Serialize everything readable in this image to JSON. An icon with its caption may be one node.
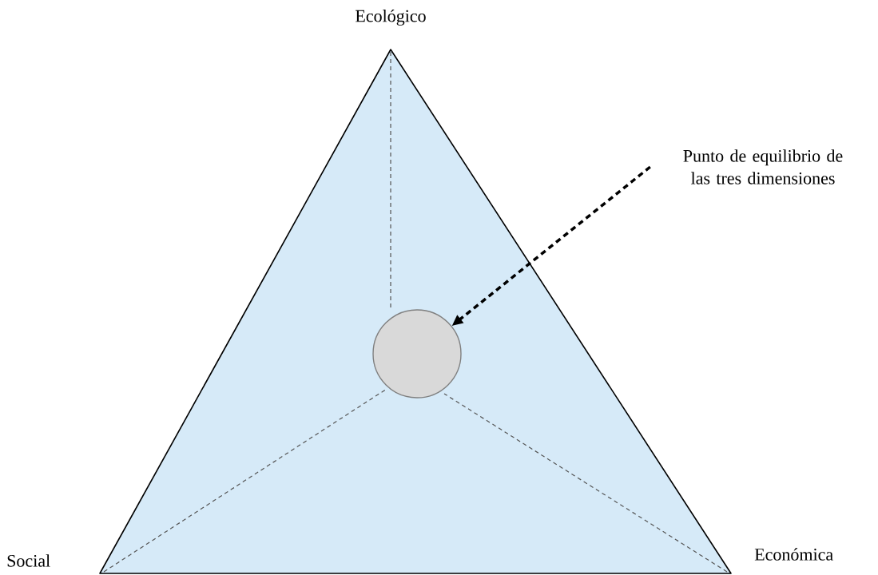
{
  "diagram": {
    "nodes": [
      {
        "text": [],
        "shape": "triangle"
      },
      {
        "text": [],
        "shape": "circle",
        "in": 0
      },
      {
        "text": [
          "Punto de equilibrio de las tres dimensiones"
        ]
      }
    ],
    "edges": [
      {
        "from": 2,
        "to": 1,
        "arrow": "to",
        "style": "dashed"
      }
    ],
    "labels": [
      "Ecológico",
      "Social",
      "Económica"
    ]
  }
}
